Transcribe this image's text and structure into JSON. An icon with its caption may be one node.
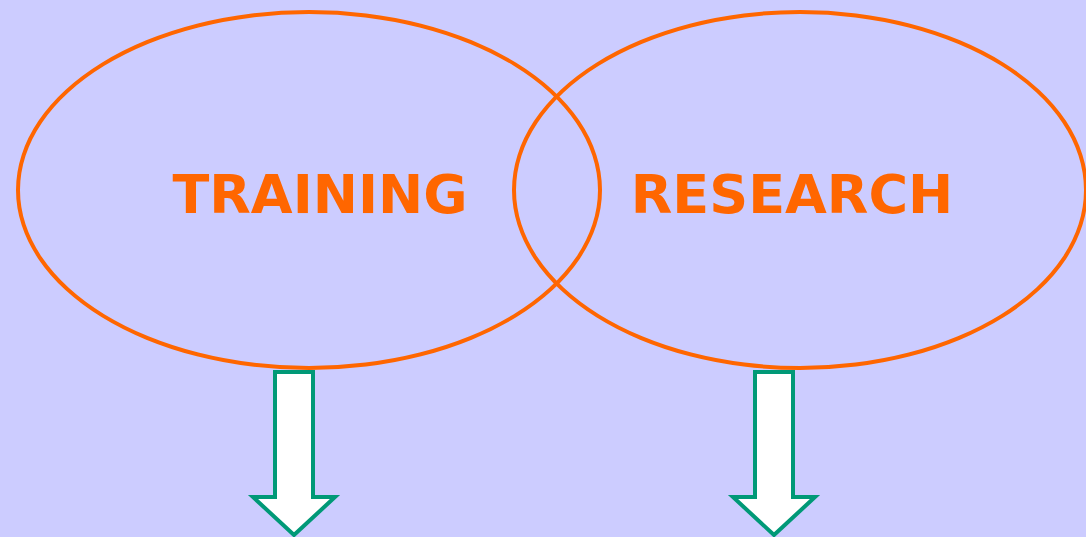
{
  "diagram": {
    "nodes": [
      {
        "text": [
          "TRAINING"
        ]
      },
      {
        "text": [
          "RESEARCH"
        ]
      }
    ],
    "edges": [
      {
        "from": 0,
        "to": null,
        "arrow": "to"
      },
      {
        "from": 1,
        "to": null,
        "arrow": "to"
      }
    ]
  }
}
